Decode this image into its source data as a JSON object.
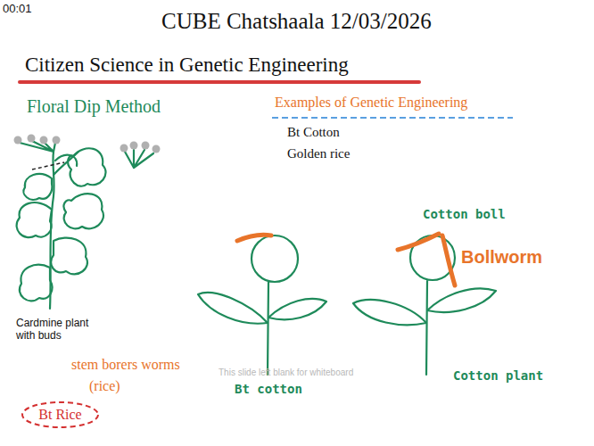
{
  "diagram": {
    "title": "CUBE Chatshaala 12/03/2026",
    "nodes": [
      {
        "text": [
          "Bt Rice"
        ]
      }
    ],
    "labels": [
      "00:01",
      "Citizen Science in Genetic Engineering",
      "Floral Dip Method",
      "Examples of Genetic Engineering",
      "Bt Cotton",
      "Golden rice",
      "Cardmine plant with buds",
      "stem borers worms",
      "(rice)",
      "This slide left blank for whiteboard",
      "Bt cotton",
      "Cotton boll",
      "Bollworm",
      "Cotton plant"
    ]
  }
}
